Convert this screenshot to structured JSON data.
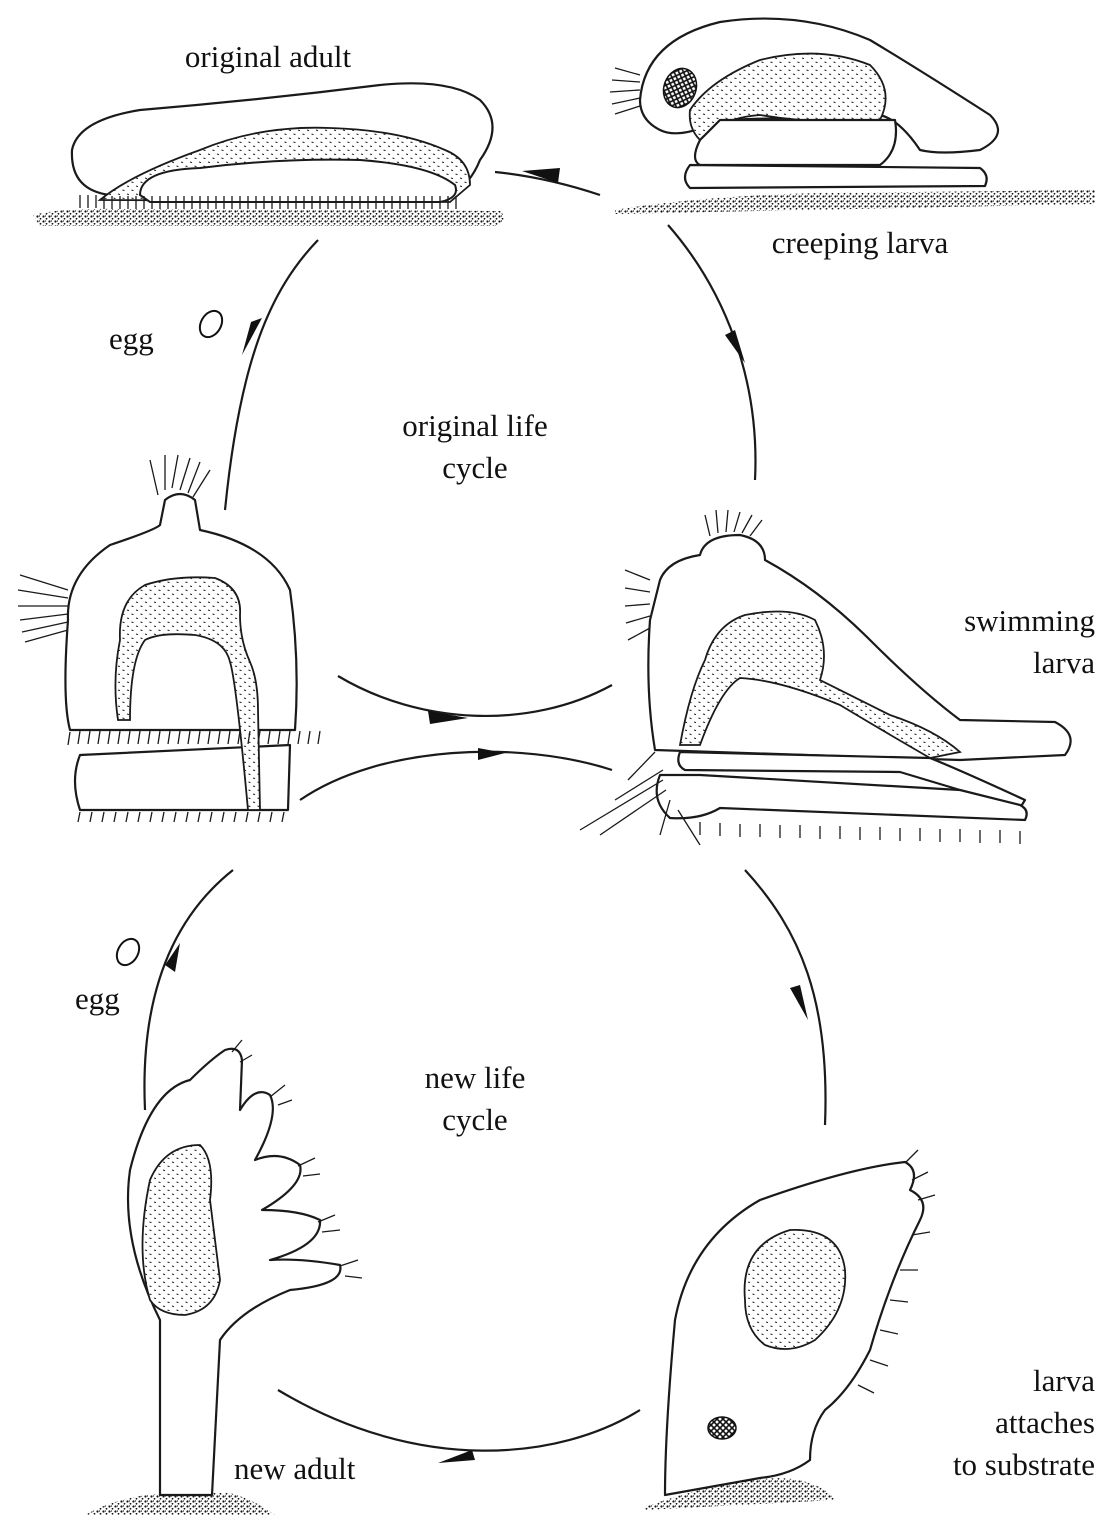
{
  "labels": {
    "original_adult": "original adult",
    "creeping_larva": "creeping larva",
    "egg_top": "egg",
    "original_life_cycle_1": "original life",
    "original_life_cycle_2": "cycle",
    "swimming_larva_1": "swimming",
    "swimming_larva_2": "larva",
    "egg_bottom": "egg",
    "new_life_cycle_1": "new life",
    "new_life_cycle_2": "cycle",
    "larva_attaches_1": "larva",
    "larva_attaches_2": "attaches",
    "larva_attaches_3": "to substrate",
    "new_adult": "new adult"
  },
  "colors": {
    "ink": "#1a1a1a",
    "background": "#ffffff"
  }
}
